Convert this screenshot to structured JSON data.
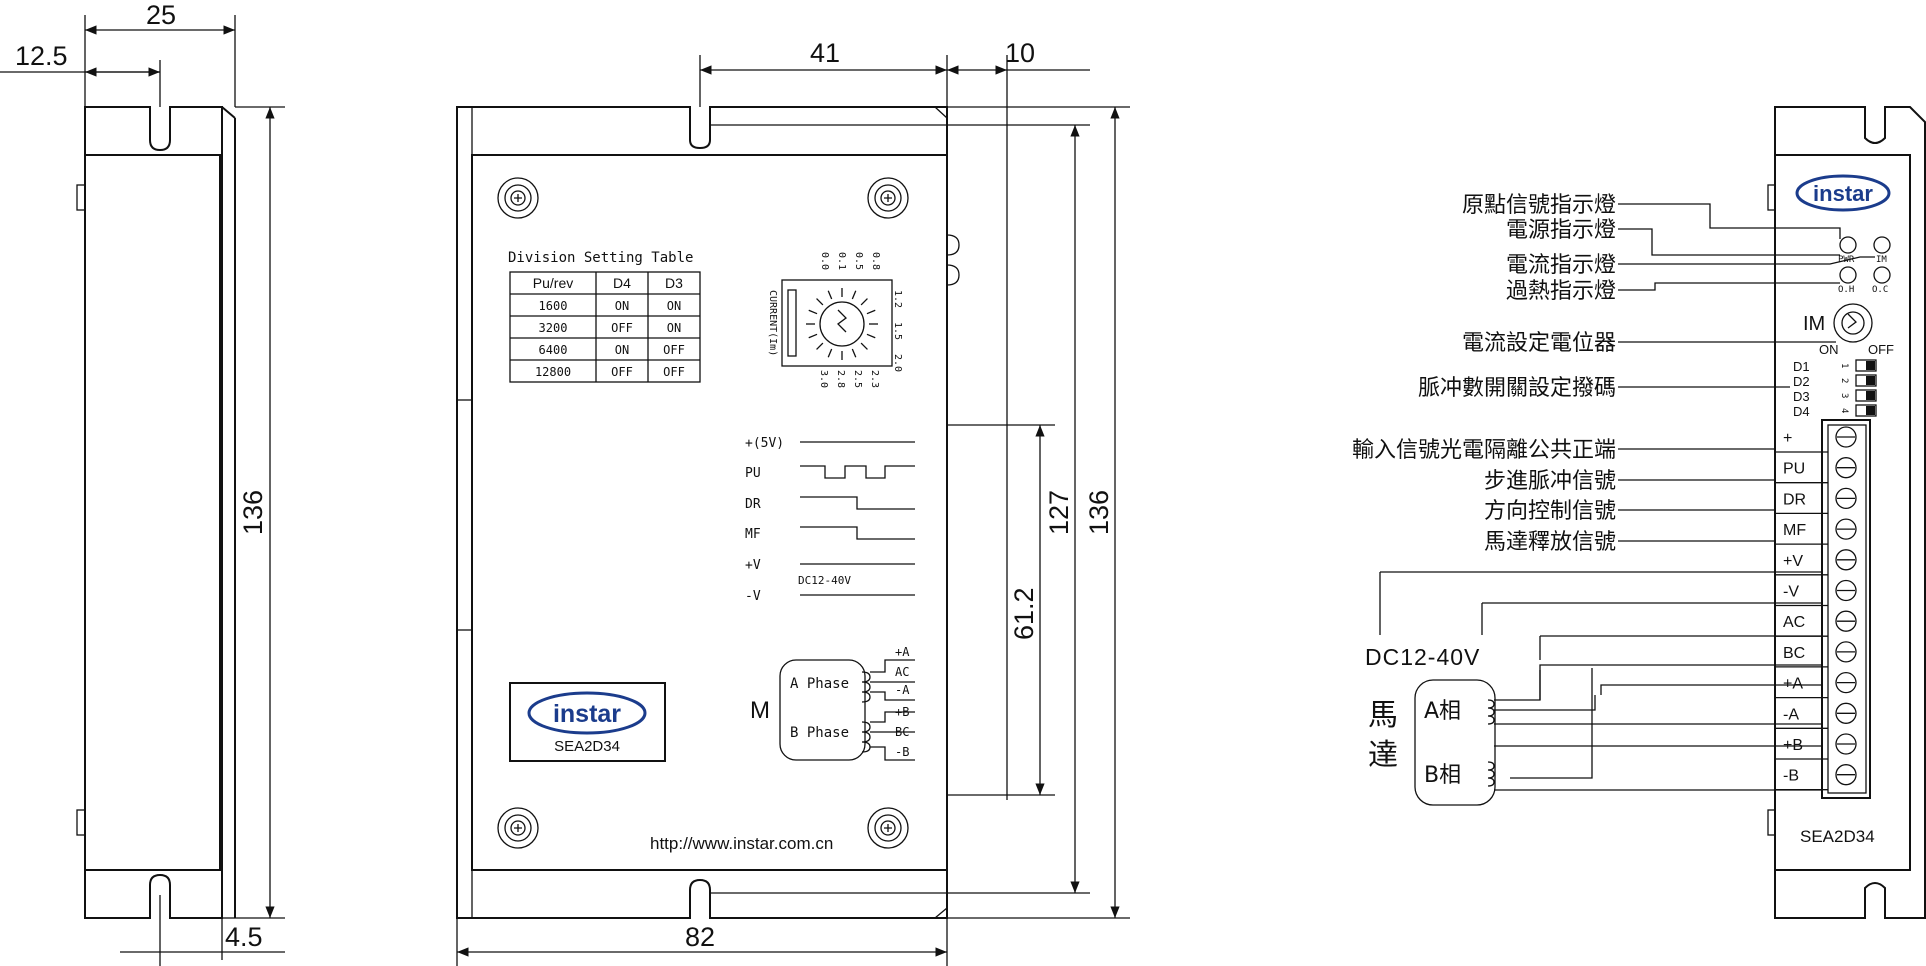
{
  "dimensions": {
    "side_width": "25",
    "side_offset": "12.5",
    "side_height": "136",
    "side_flange": "4.5",
    "front_slot": "41",
    "front_right": "10",
    "front_mid_height": "127",
    "front_full_height": "136",
    "front_connector": "61.2",
    "front_width": "82"
  },
  "division_table": {
    "title": "Division Setting Table",
    "headers": [
      "Pu/rev",
      "D4",
      "D3"
    ],
    "rows": [
      [
        "1600",
        "ON",
        "ON"
      ],
      [
        "3200",
        "OFF",
        "ON"
      ],
      [
        "6400",
        "ON",
        "OFF"
      ],
      [
        "12800",
        "OFF",
        "OFF"
      ]
    ]
  },
  "current_dial": {
    "label": "CURRENT(Im)",
    "top_values": [
      "0.8",
      "0.5",
      "0.1",
      "0.0"
    ],
    "right_values": [
      "1.2",
      "1.5",
      "2.0"
    ],
    "bottom_values": [
      "2.3",
      "2.5",
      "2.8",
      "3.0"
    ]
  },
  "signals": {
    "labels": [
      "+(5V)",
      "PU",
      "DR",
      "MF",
      "+V",
      "-V"
    ],
    "supply_note": "DC12-40V"
  },
  "motor": {
    "letter": "M",
    "phase_a": "A Phase",
    "phase_b": "B Phase",
    "a_terms": [
      "+A",
      "AC",
      "-A"
    ],
    "b_terms": [
      "+B",
      "BC",
      "-B"
    ]
  },
  "brand": {
    "logo": "instar",
    "model": "SEA2D34",
    "url": "http://www.instar.com.cn"
  },
  "right_panel": {
    "leds": [
      "PWR",
      "IM",
      "O.H",
      "O.C"
    ],
    "pot_label": "IM",
    "dip_on": "ON",
    "dip_off": "OFF",
    "dip_labels": [
      "D1",
      "D2",
      "D3",
      "D4"
    ],
    "dip_numbers": [
      "1",
      "2",
      "3",
      "4"
    ],
    "terminals": [
      "+",
      "PU",
      "DR",
      "MF",
      "+V",
      "-V",
      "AC",
      "BC",
      "+A",
      "-A",
      "+B",
      "-B"
    ],
    "callouts": [
      "原點信號指示燈",
      "電源指示燈",
      "電流指示燈",
      "過熱指示燈",
      "電流設定電位器",
      "脈冲數開關設定撥碼",
      "輸入信號光電隔離公共正端",
      "步進脈冲信號",
      "方向控制信號",
      "馬達釋放信號"
    ],
    "supply": "DC12-40V",
    "motor_label": [
      "馬",
      "達"
    ],
    "coil_a": "A相",
    "coil_b": "B相",
    "model": "SEA2D34"
  }
}
